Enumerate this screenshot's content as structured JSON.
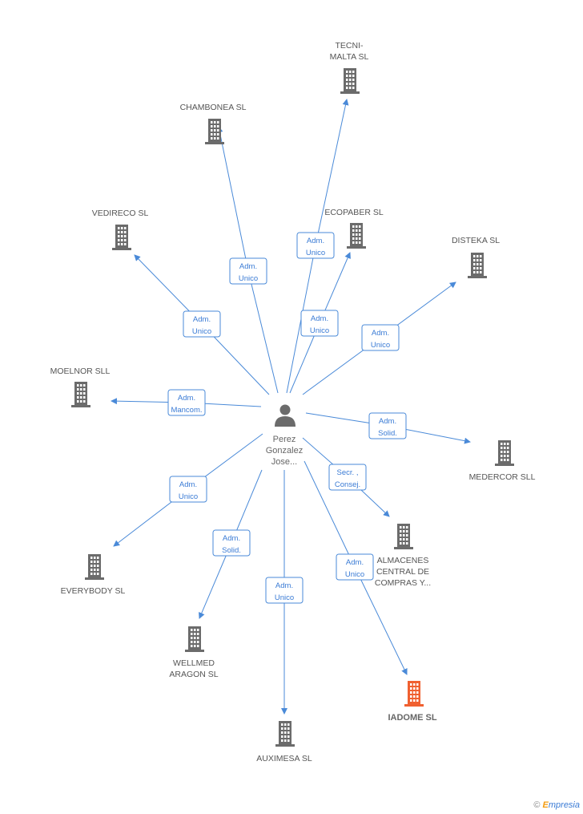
{
  "colors": {
    "edge": "#4a8ad8",
    "box_border": "#4a8ad8",
    "role_text": "#3a7bd5",
    "company_icon": "#6b6b6b",
    "highlight_icon": "#f06030",
    "person_icon": "#6b6b6b"
  },
  "person": {
    "name_lines": [
      "Perez",
      "Gonzalez",
      "Jose..."
    ],
    "icon": "person-icon"
  },
  "companies": [
    {
      "id": "tecni-malta",
      "lines": [
        "TECNI-",
        "MALTA SL"
      ],
      "highlight": false
    },
    {
      "id": "chambonea",
      "lines": [
        "CHAMBONEA SL"
      ],
      "highlight": false
    },
    {
      "id": "vedireco",
      "lines": [
        "VEDIRECO SL"
      ],
      "highlight": false
    },
    {
      "id": "ecopaber",
      "lines": [
        "ECOPABER SL"
      ],
      "highlight": false
    },
    {
      "id": "disteka",
      "lines": [
        "DISTEKA SL"
      ],
      "highlight": false
    },
    {
      "id": "moelnor",
      "lines": [
        "MOELNOR SLL"
      ],
      "highlight": false
    },
    {
      "id": "medercor",
      "lines": [
        "MEDERCOR SLL"
      ],
      "highlight": false
    },
    {
      "id": "almacenes",
      "lines": [
        "ALMACENES",
        "CENTRAL DE",
        "COMPRAS Y..."
      ],
      "highlight": false
    },
    {
      "id": "everybody",
      "lines": [
        "EVERYBODY SL"
      ],
      "highlight": false
    },
    {
      "id": "wellmed",
      "lines": [
        "WELLMED",
        "ARAGON SL"
      ],
      "highlight": false
    },
    {
      "id": "auximesa",
      "lines": [
        "AUXIMESA SL"
      ],
      "highlight": false
    },
    {
      "id": "iadome",
      "lines": [
        "IADOME SL"
      ],
      "highlight": true
    }
  ],
  "relations": [
    {
      "to": "tecni-malta",
      "role": [
        "Adm.",
        "Unico"
      ]
    },
    {
      "to": "chambonea",
      "role": [
        "Adm.",
        "Unico"
      ]
    },
    {
      "to": "vedireco",
      "role": [
        "Adm.",
        "Unico"
      ]
    },
    {
      "to": "ecopaber",
      "role": [
        "Adm.",
        "Unico"
      ]
    },
    {
      "to": "disteka",
      "role": [
        "Adm.",
        "Unico"
      ]
    },
    {
      "to": "moelnor",
      "role": [
        "Adm.",
        "Mancom."
      ]
    },
    {
      "to": "medercor",
      "role": [
        "Adm.",
        "Solid."
      ]
    },
    {
      "to": "almacenes",
      "role": [
        "Secr. ,",
        "Consej."
      ]
    },
    {
      "to": "everybody",
      "role": [
        "Adm.",
        "Unico"
      ]
    },
    {
      "to": "wellmed",
      "role": [
        "Adm.",
        "Solid."
      ]
    },
    {
      "to": "auximesa",
      "role": [
        "Adm.",
        "Unico"
      ]
    },
    {
      "to": "iadome",
      "role": [
        "Adm.",
        "Unico"
      ]
    }
  ],
  "footer": {
    "copyright": "©",
    "brand_e": "E",
    "brand_rest": "mpresia"
  }
}
